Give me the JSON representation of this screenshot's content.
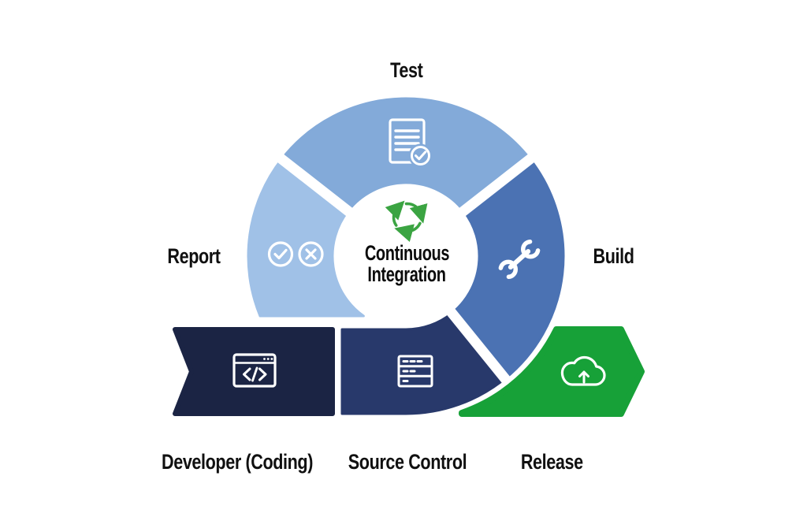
{
  "center": {
    "line1": "Continuous",
    "line2": "Integration"
  },
  "stages": {
    "test": {
      "label": "Test"
    },
    "report": {
      "label": "Report"
    },
    "build": {
      "label": "Build"
    },
    "developer": {
      "label": "Developer (Coding)"
    },
    "source_control": {
      "label": "Source Control"
    },
    "release": {
      "label": "Release"
    }
  },
  "icons": {
    "test": "document-check-icon",
    "report": "pass-fail-icon",
    "build": "wrench-icon",
    "developer": "code-window-icon",
    "source_control": "server-stack-icon",
    "release": "cloud-upload-icon",
    "center": "sync-cycle-icon"
  },
  "colors": {
    "test_blue": "#83aad9",
    "report_blue": "#a0c1e7",
    "build_blue": "#4b72b3",
    "source_navy": "#28396b",
    "developer_navy": "#1b2444",
    "release_green": "#17a138",
    "icon_green": "#3ba442",
    "icon_stroke": "#ffffff",
    "text": "#101010",
    "background": "#ffffff"
  }
}
